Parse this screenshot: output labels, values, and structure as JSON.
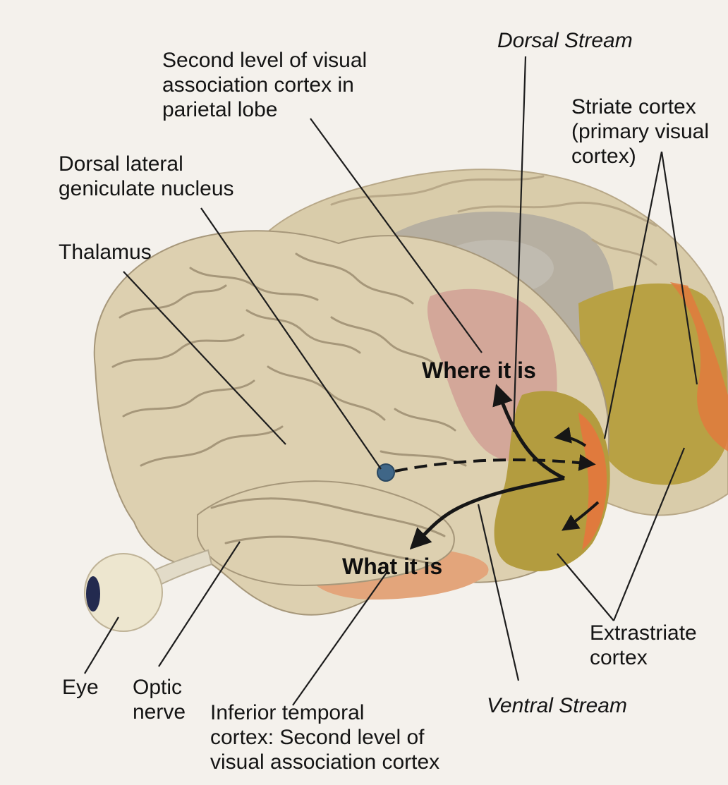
{
  "labels": {
    "dorsal_stream": "Dorsal Stream",
    "second_level_parietal": "Second level of visual\nassociation cortex in\nparietal lobe",
    "striate_cortex": "Striate cortex\n(primary visual\ncortex)",
    "dorsal_lgn": "Dorsal lateral\ngeniculate nucleus",
    "thalamus": "Thalamus",
    "where_it_is": "Where it is",
    "what_it_is": "What it is",
    "extrastriate_cortex": "Extrastriate\ncortex",
    "eye": "Eye",
    "optic_nerve": "Optic\nnerve",
    "inferior_temporal": "Inferior temporal\ncortex: Second level of\nvisual association cortex",
    "ventral_stream": "Ventral Stream"
  },
  "colors": {
    "background": "#f4f1ec",
    "brain": "#ddd0b0",
    "brain_far": "#d9ccaa",
    "sulcus": "#a6977a",
    "parietal_highlight": "#cf9a92",
    "extrastriate": "#b39c3f",
    "striate": "#e07a3d",
    "inferior_temporal": "#e3a57b",
    "lgn": "#3f6687",
    "arrows": "#161616",
    "leader_lines": "#1d1d1d"
  }
}
